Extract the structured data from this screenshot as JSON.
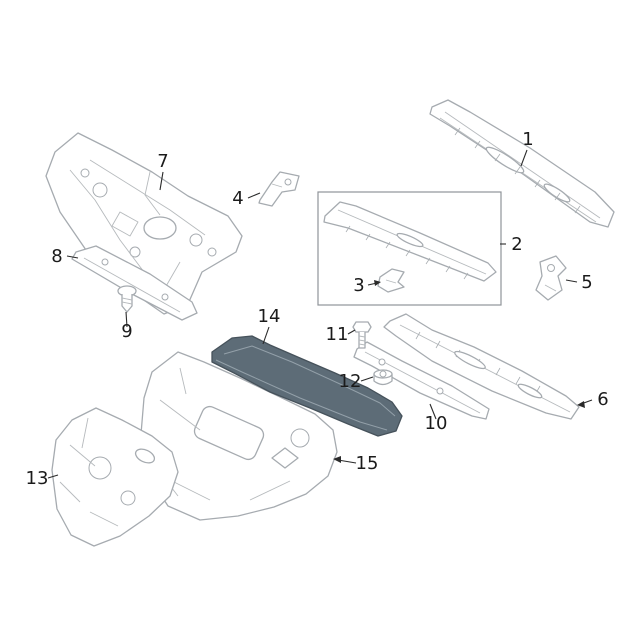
{
  "page": {
    "background_color": "#ffffff"
  },
  "diagram": {
    "type": "exploded-parts-line-drawing",
    "highlighted_callout": "14",
    "grouping_box_callouts": [
      "2",
      "3"
    ],
    "colors": {
      "line": "#a6abb0",
      "label": "#1b1b1b",
      "leader": "#2a2a2a",
      "highlight_fill": "#5d6c77",
      "highlight_stroke": "#46525b",
      "background": "#ffffff"
    },
    "callouts": [
      {
        "label": "1"
      },
      {
        "label": "2"
      },
      {
        "label": "3"
      },
      {
        "label": "4"
      },
      {
        "label": "5"
      },
      {
        "label": "6"
      },
      {
        "label": "7"
      },
      {
        "label": "8"
      },
      {
        "label": "9"
      },
      {
        "label": "10"
      },
      {
        "label": "11"
      },
      {
        "label": "12"
      },
      {
        "label": "13"
      },
      {
        "label": "14"
      },
      {
        "label": "15"
      }
    ]
  }
}
